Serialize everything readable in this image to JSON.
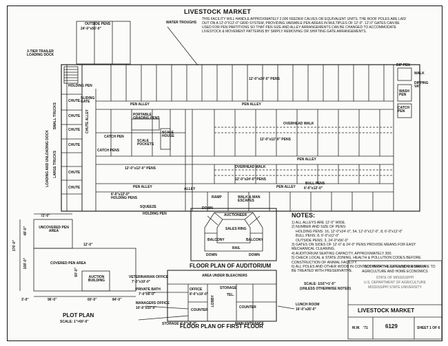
{
  "drawing": {
    "title": "LIVESTOCK MARKET",
    "intro": "THIS FACILITY WILL HANDLE APPROXIMATELY 2,000 FEEDER CALVES OR EQUIVALENT UNITS. THE ROOF POLES ARE LAID OUT ON A 12'-0\"X12'-0\" GRID SYSTEM, PROVIDING VARIABLE PEN AREAS IN MULTIPLES OF 12'-0\". 12'-0\" GATES CAN BE USED FOR PEN PARTITIONS SO THAT PEN SIZE AND ALLEY ARRANGEMENTS CAN BE CHANGED TO ACCOMMODATE LIVESTOCK & MOVEMENT PATTERNS BY SIMPLY REMOVING OR SHIFTING GATE ARRANGEMENTS.",
    "labels": {
      "outside_pens": "OUTSIDE PENS",
      "outside_pens_dim": "24'-0\"x56'-0\"",
      "water_troughs": "WATER TROUGHS",
      "trailer_dock": "3-TIER TRAILER LOADING DOCK",
      "holding_pen": "HOLDING PEN",
      "chute": "CHUTE",
      "sliding_gate": "SLIDING GATE",
      "pen_alley": "PEN ALLEY",
      "chute_alley": "CHUTE ALLEY",
      "small_trucks": "SMALL TRUCKS",
      "large_trucks": "LARGE TRUCKS",
      "loading_dock": "LOADING AND UNLOADING DOCK",
      "portable_grading_pens": "PORTABLE GRADING PENS",
      "scale_pockets": "SCALE POCKETS",
      "scale_house": "SCALE HOUSE",
      "catch_pen": "CATCH PEN",
      "catch_pens": "CATCH PENS",
      "pens_12x12": "12'-0\"x12'-0\" PENS",
      "pens_12x24": "12'-0\"x24'-0\" PENS",
      "overhead_walk": "OVERHEAD WALK",
      "bull_pens": "BULL PENS",
      "bull_pens_dim": "6'-0\"x12'-0\"",
      "holding_pens_dim": "6'-0\"x12'-0\" HOLDING PENS",
      "squeeze": "SQUEEZE",
      "ramp": "RAMP",
      "walk_man_escapes": "WALK & MAN ESCAPES",
      "auctioneer": "AUCTIONEER",
      "sales_ring": "SALES RING",
      "balcony": "BALCONY",
      "down": "DOWN",
      "rail": "RAIL",
      "dip_pen": "DIP PEN",
      "walk": "WALK",
      "dipping_vat": "DIPPING VAT",
      "wash_pen": "WASH PEN",
      "alley": "ALLEY"
    },
    "auditorium_title": "FLOOR PLAN OF AUDITORIUM",
    "first_floor_title": "FLOOR PLAN OF FIRST FLOOR",
    "plot": {
      "title": "PLOT PLAN",
      "scale": "SCALE: 1\"=60'-0\"",
      "uncovered": "UNCOVERED PEN AREA",
      "covered": "COVERED PEN AREA",
      "auction": "AUCTION BUILDING",
      "d_72": "72'-0\"",
      "d_12": "12'-0\"",
      "d_60": "60'-0\"",
      "d_48": "48'-0\"",
      "d_176": "176'-0\"",
      "d_108": "108'-0\"",
      "d_3": "3'-0\"",
      "d_96": "96'-0\"",
      "d_60b": "60'-0\"",
      "d_84": "84'-0\""
    },
    "first_floor": {
      "area_under_bleachers": "AREA UNDER BLEACHERS",
      "vet_office": "VETERINARIAN OFFICE",
      "vet_dim": "7'-0\"x10'-0\"",
      "private_bath": "PRIVATE BATH",
      "bath_dim": "7'-0\"x6'-0\"",
      "managers_office": "MANAGERS OFFICE",
      "mgr_dim": "10'-0\"x10'-0\"",
      "office": "OFFICE",
      "office_dim": "8'-0\"x10'-0\"",
      "storage": "STORAGE",
      "tel": "TEL.",
      "counter": "COUNTER",
      "lobby": "LOBBY",
      "lunch_room": "LUNCH ROOM",
      "lunch_dim": "16'-0\"x26'-0\"",
      "storage_dim": "STORAGE 4'-0\"x8'-0\"",
      "main_entrance": "MAIN ENTRANCE"
    },
    "notes_title": "NOTES:",
    "notes": [
      "1) ALL ALLEYS ARE 12'-0\" WIDE.",
      "2) NUMBER AND SIZE OF PENS:",
      "HOLDING PENS: 16, 12'-0\"x24'-0\", 54, 12'-0\"x12'-0\", 8, 6'-0\"x12'-0\"",
      "BULL PENS: 8, 6'-0\"x12'-0\"",
      "OUTSIDE PENS: 3, 24'-0\"x56'-0\"",
      "3) GATES ON SIDES OF 12'-0\" & 24'-0\" PENS PROVIDE MEANS FOR EASY MECHANICAL CLEANING.",
      "4) AUDITORIUM SEATING CAPACITY, APPROXIMATELY 300.",
      "5) CHECK LOCAL & STATE ZONING, HEALTH & POLLUTION CODES BEFORE CONSTRUCTION OF ANIMAL FACILITY.",
      "6) ALL POLES AND OTHER WOOD IN CONTACT WITH THE GROUND OR MANURE TO BE TREATED WITH PRESERVATIVE."
    ],
    "scale": "SCALE: 1/16\"=1'-0\"",
    "scale_note": "(UNLESS OTHERWISE NOTED)",
    "title_block": {
      "line1": "COOPERATIVE EXTENSION WORK IN",
      "line2": "AGRICULTURE AND HOME ECONOMICS",
      "line3": "STATE OF MISSISSIPPI",
      "line4": "U.S. DEPARTMENT OF AGRICULTURE",
      "line5": "MISSISSIPPI STATE UNIVERSITY",
      "title": "LIVESTOCK MARKET",
      "code": "M.W.",
      "year": "'71",
      "number": "6129",
      "sheet": "SHEET 1 OF 6"
    }
  }
}
